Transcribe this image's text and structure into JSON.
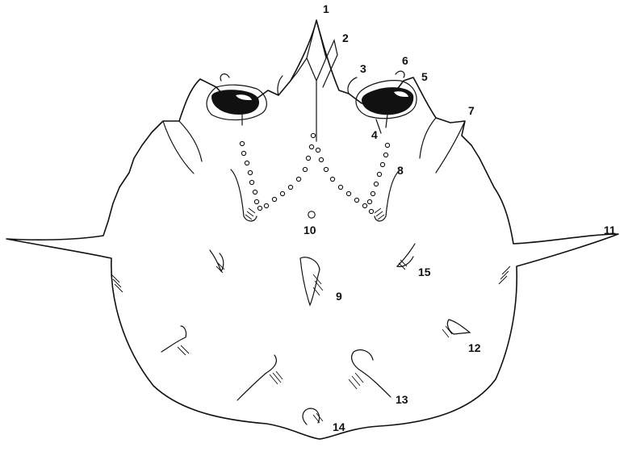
{
  "figure": {
    "labels": [
      "1",
      "2",
      "3",
      "4",
      "5",
      "6",
      "7",
      "8",
      "9",
      "10",
      "11",
      "12",
      "13",
      "14",
      "15"
    ]
  }
}
